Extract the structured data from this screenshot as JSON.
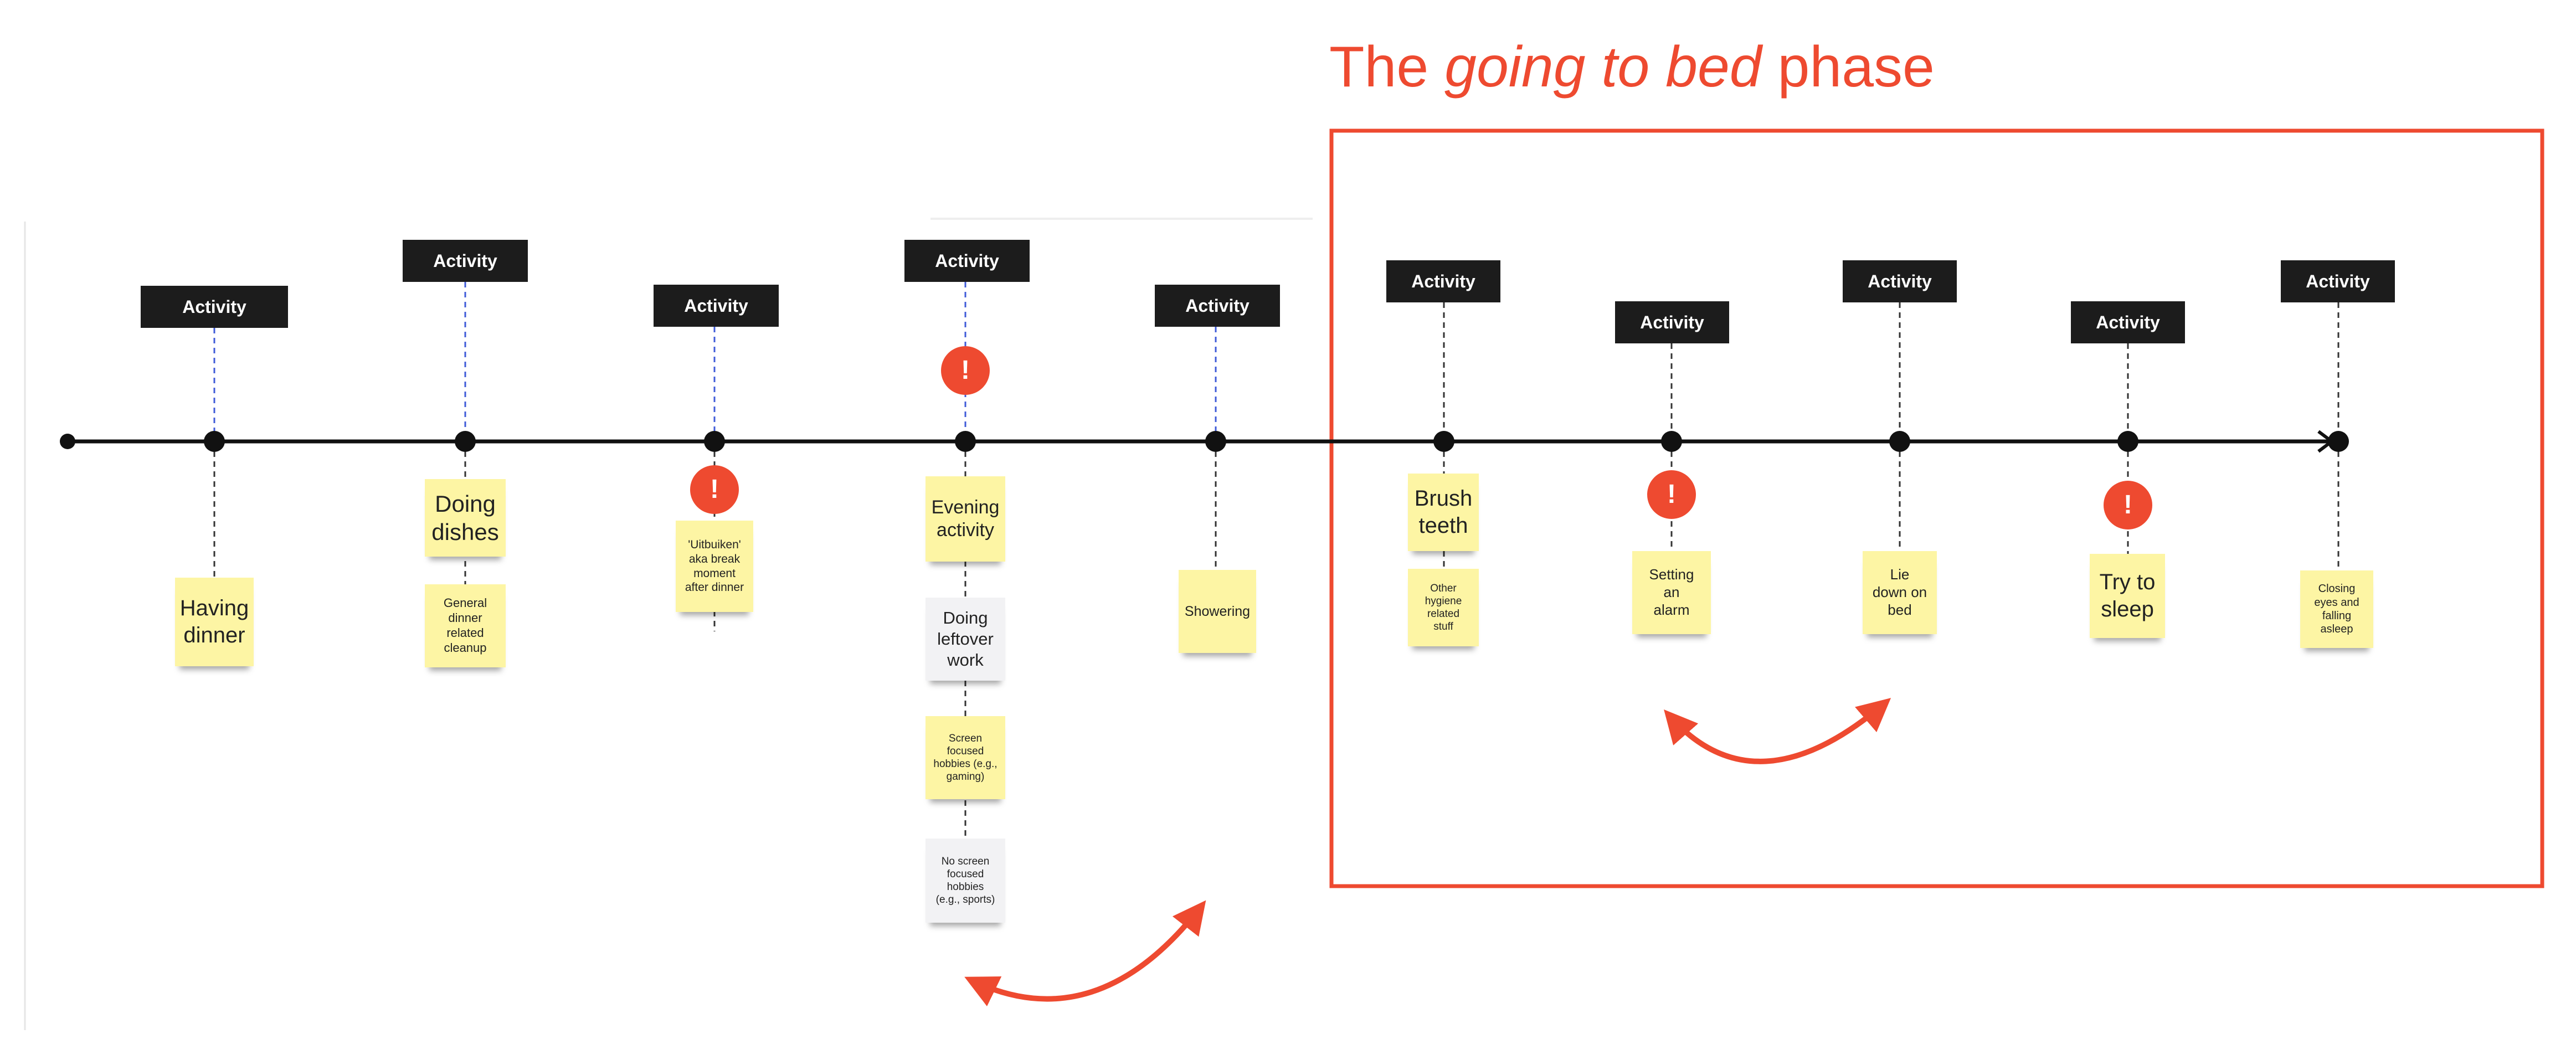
{
  "frame": {
    "title_prefix": "The ",
    "title_emphasis": "going to bed",
    "title_suffix": " phase",
    "color": "#ee4a30"
  },
  "timeline": {
    "activity_label": "Activity",
    "alert_symbol": "!",
    "colors": {
      "line": "#111111",
      "tag": "#1c1c1c",
      "sticky": "#fdf5a4",
      "sticky_gray": "#f2f2f4",
      "connector_blue": "#3f5bd8",
      "alert": "#ee4a30"
    },
    "activities": [
      {
        "notes": [
          {
            "text": "Having\ndinner"
          }
        ]
      },
      {
        "notes": [
          {
            "text": "Doing\ndishes"
          },
          {
            "text": "General\ndinner\nrelated\ncleanup"
          }
        ]
      },
      {
        "alert": true,
        "notes": [
          {
            "text": "'Uitbuiken'\naka break\nmoment\nafter dinner"
          }
        ]
      },
      {
        "alert": true,
        "notes": [
          {
            "text": "Evening\nactivity"
          },
          {
            "text": "Doing\nleftover\nwork",
            "style": "gray"
          },
          {
            "text": "Screen\nfocused\nhobbies (e.g.,\ngaming)"
          },
          {
            "text": "No screen\nfocused\nhobbies\n(e.g., sports)",
            "style": "gray"
          }
        ]
      },
      {
        "notes": [
          {
            "text": "Showering"
          }
        ]
      },
      {
        "notes": [
          {
            "text": "Brush\nteeth"
          },
          {
            "text": "Other\nhygiene\nrelated\nstuff"
          }
        ]
      },
      {
        "alert": true,
        "notes": [
          {
            "text": "Setting\nan\nalarm"
          }
        ]
      },
      {
        "notes": [
          {
            "text": "Lie\ndown on\nbed"
          }
        ]
      },
      {
        "alert": true,
        "notes": [
          {
            "text": "Try to\nsleep"
          }
        ]
      },
      {
        "notes": [
          {
            "text": "Closing\neyes and\nfalling\nasleep"
          }
        ]
      }
    ]
  }
}
